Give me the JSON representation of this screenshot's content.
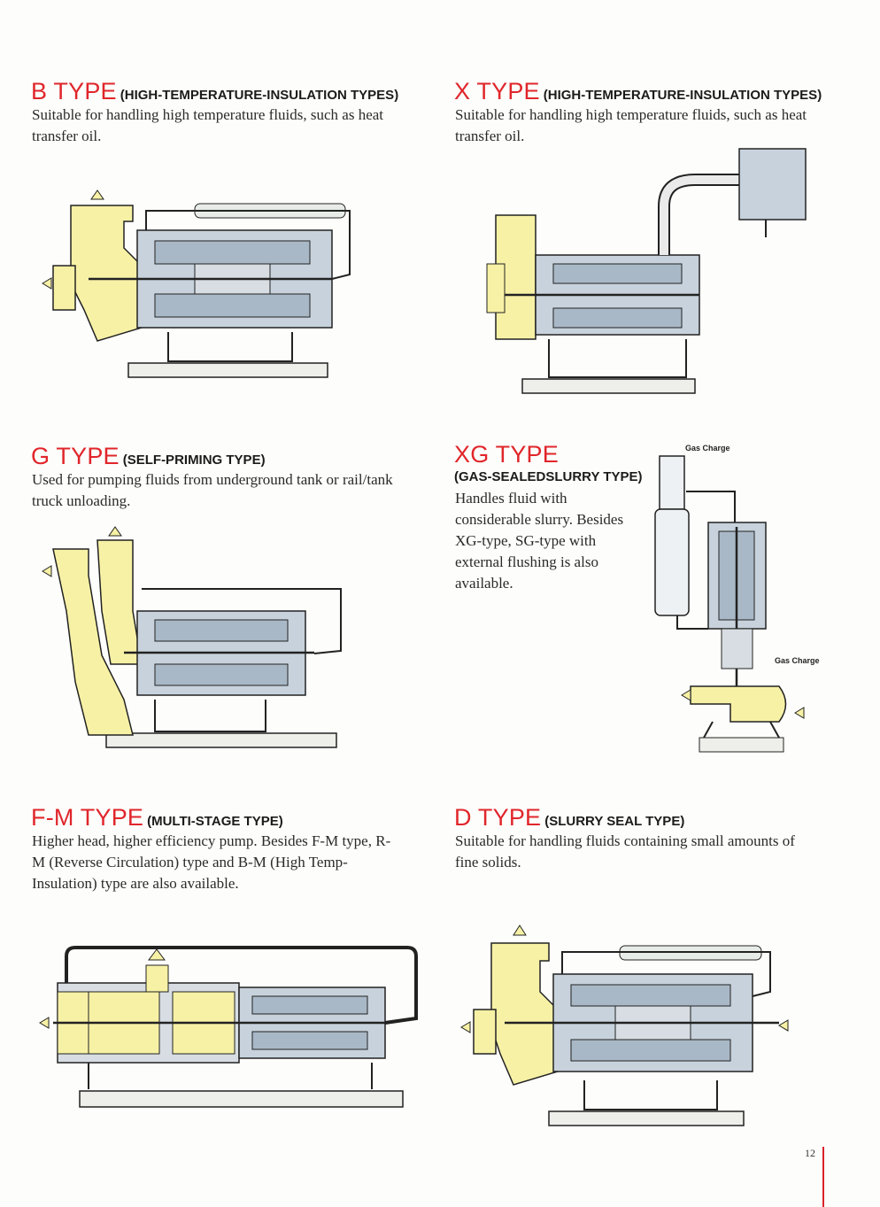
{
  "sections": {
    "b": {
      "name": "B TYPE",
      "sub": "(HIGH-TEMPERATURE-INSULATION TYPES)",
      "desc": "Suitable for handling high temperature fluids, such as heat transfer oil."
    },
    "x": {
      "name": "X TYPE",
      "sub": "(HIGH-TEMPERATURE-INSULATION TYPES)",
      "desc": "Suitable for handling high temperature fluids, such as heat transfer oil."
    },
    "g": {
      "name": "G TYPE",
      "sub": "(SELF-PRIMING TYPE)",
      "desc": "Used for pumping fluids from underground tank or rail/tank truck unloading."
    },
    "xg": {
      "name": "XG TYPE",
      "sub": "(GAS-SEALEDSLURRY TYPE)",
      "desc": "Handles fluid with considerable slurry. Besides XG-type, SG-type with external flushing is also available.",
      "label_top": "Gas Charge",
      "label_side": "Gas Charge"
    },
    "fm": {
      "name": "F-M TYPE",
      "sub": "(MULTI-STAGE TYPE)",
      "desc": "Higher head, higher efficiency pump. Besides F-M type, R-M (Reverse Circulation) type and B-M (High Temp-Insulation) type are also available."
    },
    "d": {
      "name": "D TYPE",
      "sub": "(SLURRY SEAL TYPE)",
      "desc": "Suitable for handling fluids containing small amounts of fine solids."
    }
  },
  "page_number": "12",
  "colors": {
    "accent": "#e0262b",
    "fluid": "#f7f1a6",
    "motor": "#a9b8c6",
    "line": "#1f1f1f"
  }
}
